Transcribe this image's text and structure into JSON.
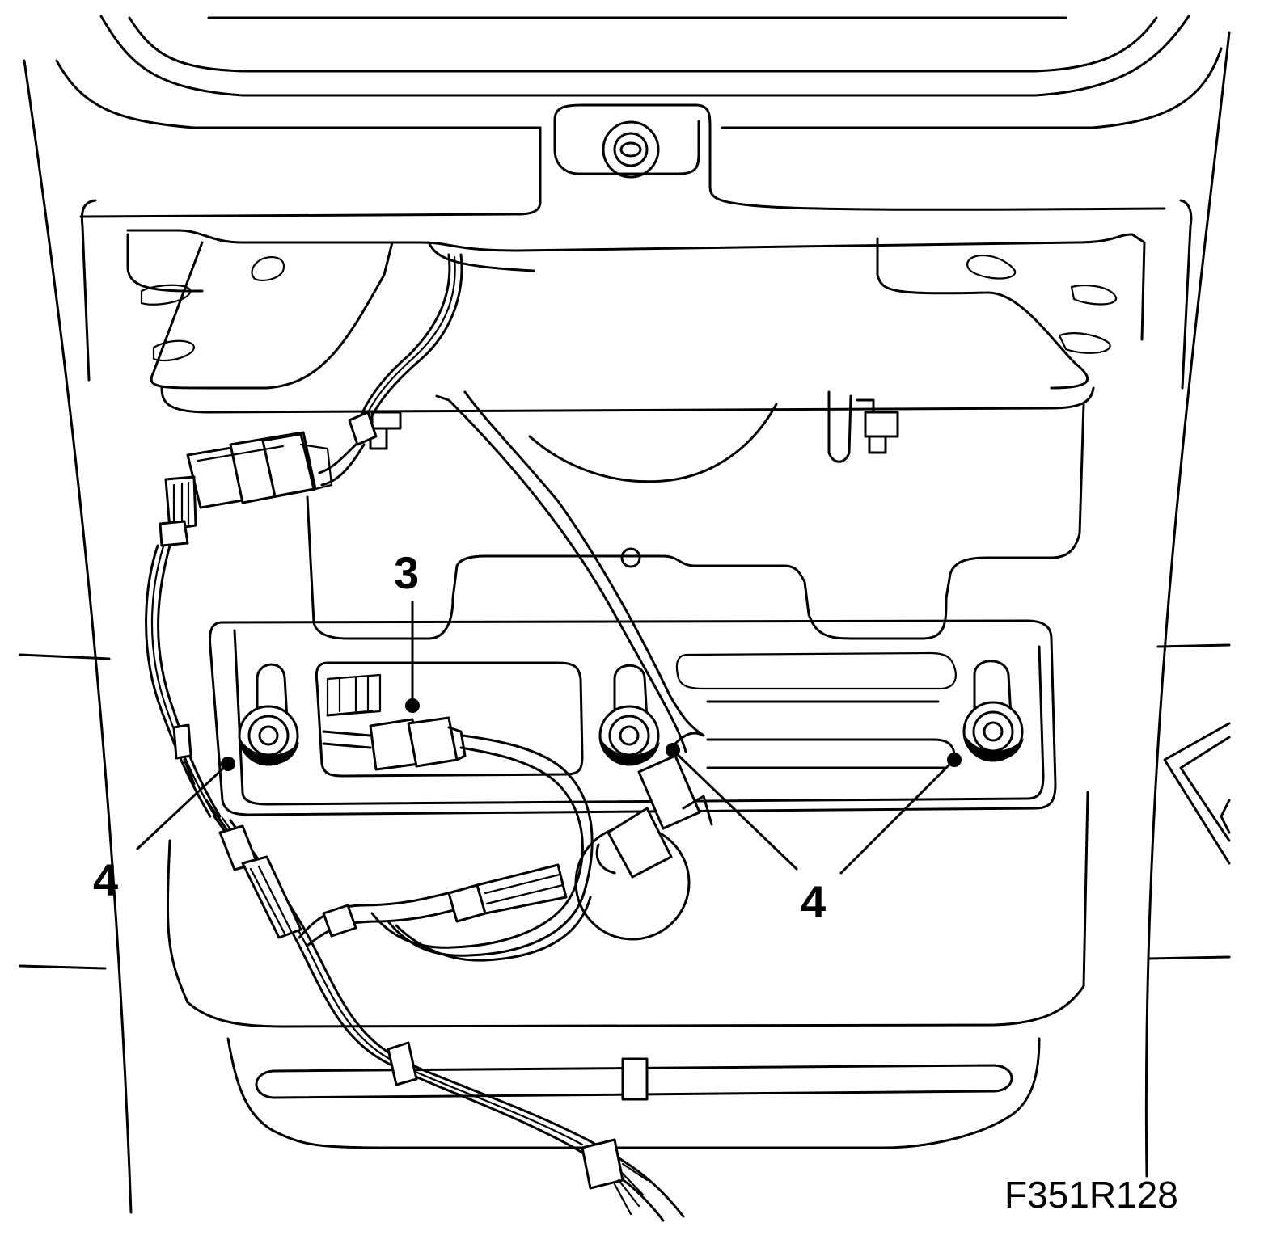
{
  "figure": {
    "id": "F351R128",
    "callouts": [
      {
        "label": "3",
        "target": "harness-connector"
      },
      {
        "label": "4",
        "target": "mounting-screw-left"
      },
      {
        "label": "4",
        "target": "mounting-screw-center-right"
      }
    ]
  }
}
